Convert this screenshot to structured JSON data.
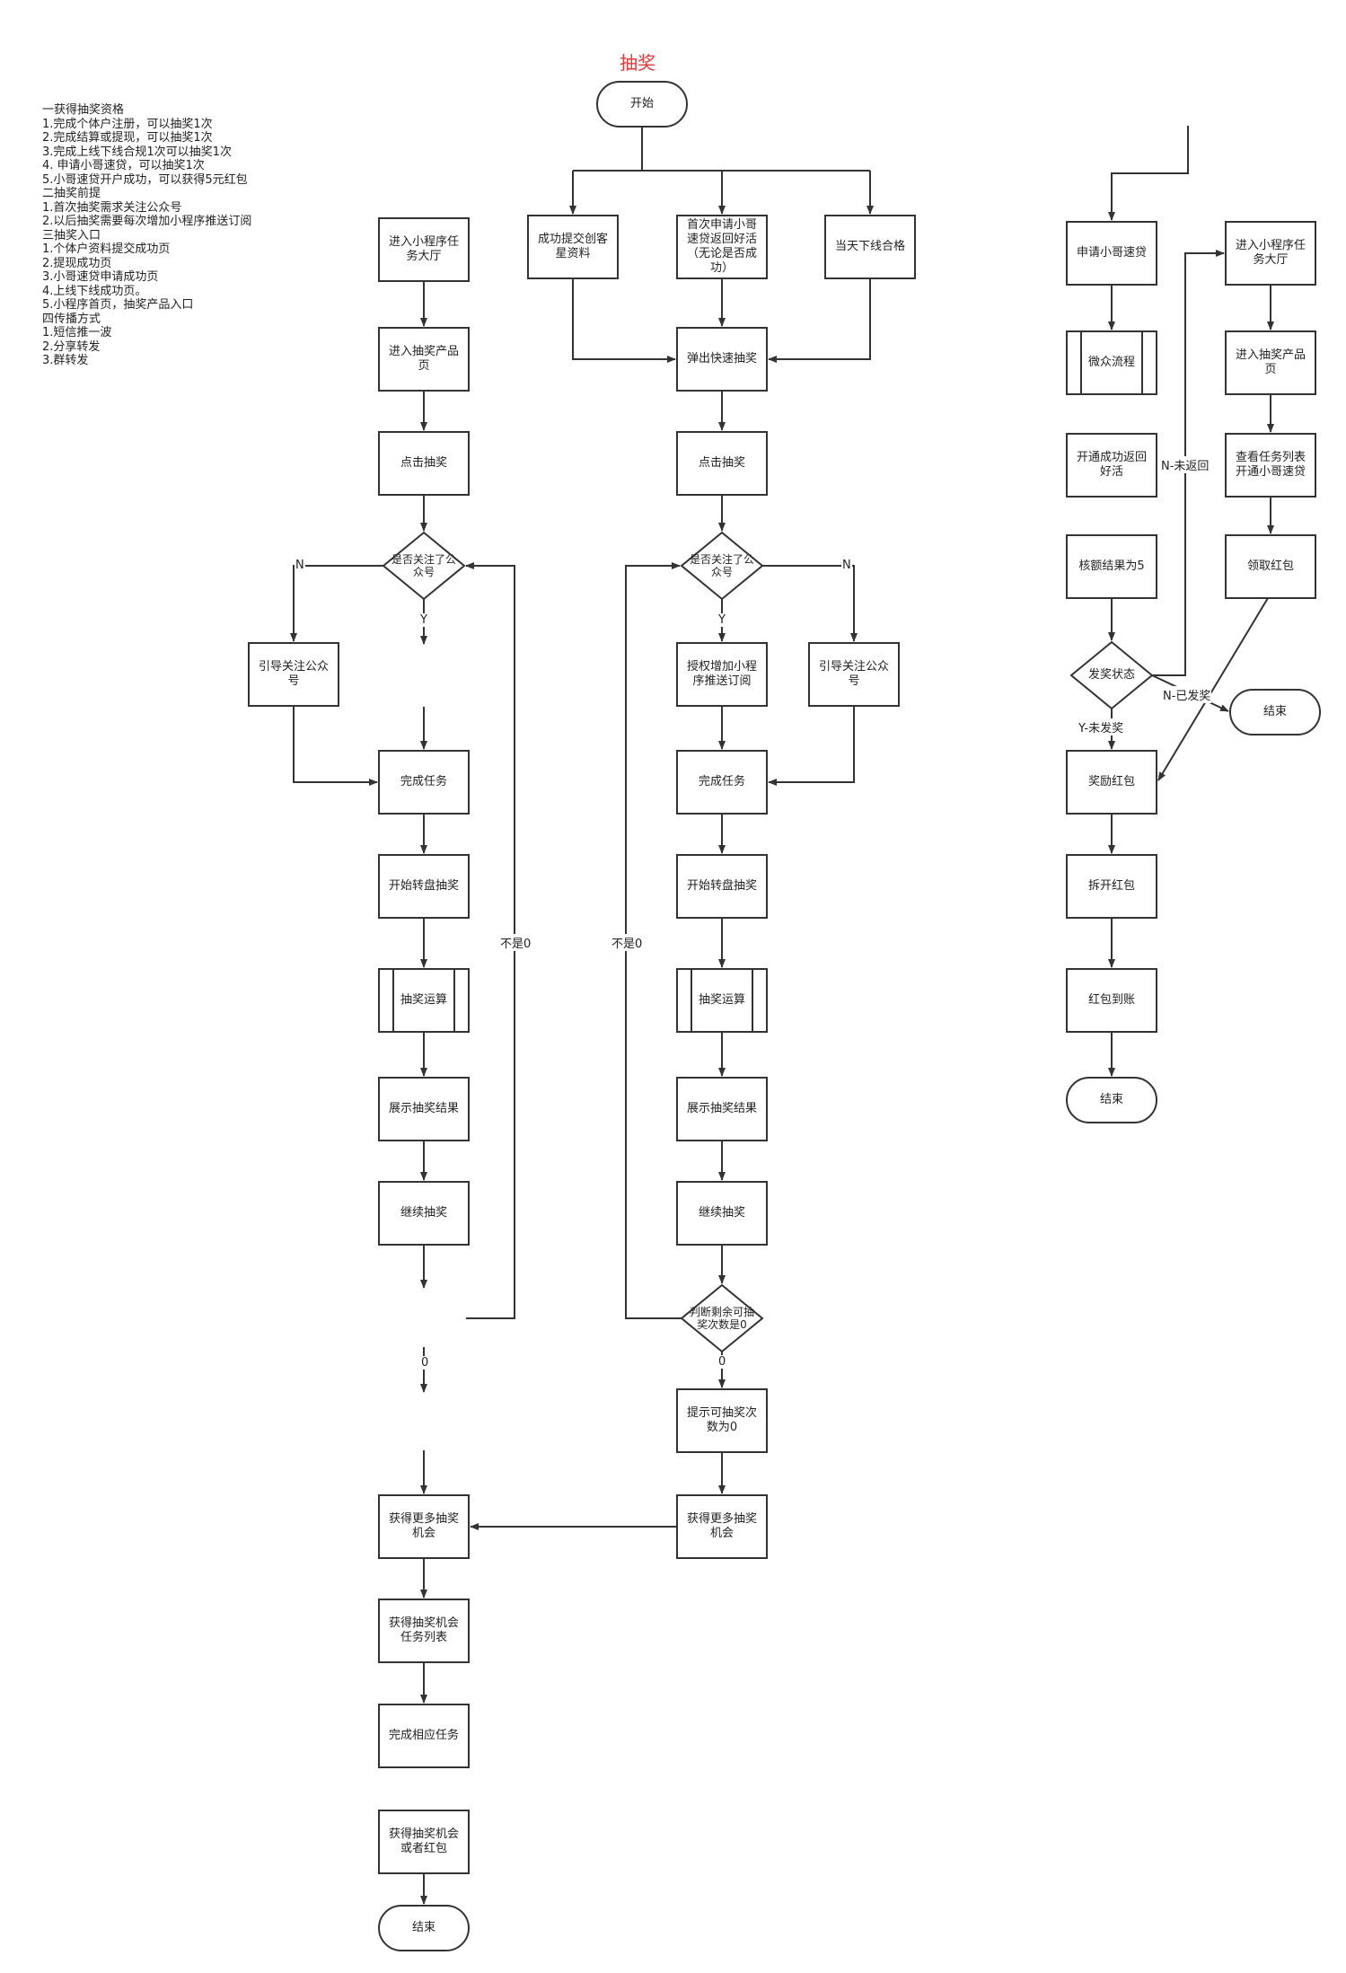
{
  "title": "抽奖",
  "notes": [
    "一获得抽奖资格",
    "1.完成个体户注册，可以抽奖1次",
    "2.完成结算或提现，可以抽奖1次",
    "3.完成上线下线合规1次可以抽奖1次",
    "4. 申请小哥速贷，可以抽奖1次",
    "5.小哥速贷开户成功，可以获得5元红包",
    "二抽奖前提",
    "1.首次抽奖需求关注公众号",
    "2.以后抽奖需要每次增加小程序推送订阅",
    "三抽奖入口",
    "1.个体户资料提交成功页",
    "2.提现成功页",
    "3.小哥速贷申请成功页",
    "4.上线下线成功页。",
    "5.小程序首页，抽奖产品入口",
    "四传播方式",
    "1.短信推一波",
    "2.分享转发",
    "3.群转发"
  ],
  "nodes": {
    "start": "开始",
    "c1": "成功提交创客星资料",
    "c2": "首次申请小哥速贷返回好活（无论是否成功）",
    "c3": "当天下线合格",
    "m_popup": "弹出快速抽奖",
    "m_click": "点击抽奖",
    "m_follow_q": "是否关注了公众号",
    "m_auth": "授权增加小程序推送订阅",
    "m_guide": "引导关注公众号",
    "m_done": "完成任务",
    "m_wheel": "开始转盘抽奖",
    "m_calc": "抽奖运算",
    "m_show": "展示抽奖结果",
    "m_cont": "继续抽奖",
    "m_remain": "判断剩余可抽奖次数是0",
    "m_tip": "提示可抽奖次数为0",
    "m_more": "获得更多抽奖机会",
    "l_enter": "进入小程序任务大厅",
    "l_product": "进入抽奖产品页",
    "l_click": "点击抽奖",
    "l_follow_q": "是否关注了公众号",
    "l_guide": "引导关注公众号",
    "l_done": "完成任务",
    "l_wheel": "开始转盘抽奖",
    "l_calc": "抽奖运算",
    "l_show": "展示抽奖结果",
    "l_cont": "继续抽奖",
    "l_more": "获得更多抽奖机会",
    "l_tasklist": "获得抽奖机会任务列表",
    "l_finish": "完成相应任务",
    "l_gain": "获得抽奖机会或者红包",
    "l_end": "结束",
    "r_apply": "申请小哥速贷",
    "r_wz": "微众流程",
    "r_open": "开通成功返回好活",
    "r_quota": "核额结果为5",
    "r_status": "发奖状态",
    "r_end1": "结束",
    "r_reward": "奖励红包",
    "r_unpack": "拆开红包",
    "r_arrive": "红包到账",
    "r_end2": "结束",
    "r_enter": "进入小程序任务大厅",
    "r_product": "进入抽奖产品页",
    "r_tasks": "查看任务列表开通小哥速贷",
    "r_receive": "领取红包"
  },
  "labels": {
    "l_n": "N",
    "l_y": "Y",
    "l_not0": "不是0",
    "l_zero": "0",
    "m_y": "Y",
    "m_n": "N",
    "m_not0": "不是0",
    "m_zero": "0",
    "r_not_return": "N-未返回",
    "r_issued": "N-已发奖",
    "r_not_issued": "Y-未发奖"
  }
}
